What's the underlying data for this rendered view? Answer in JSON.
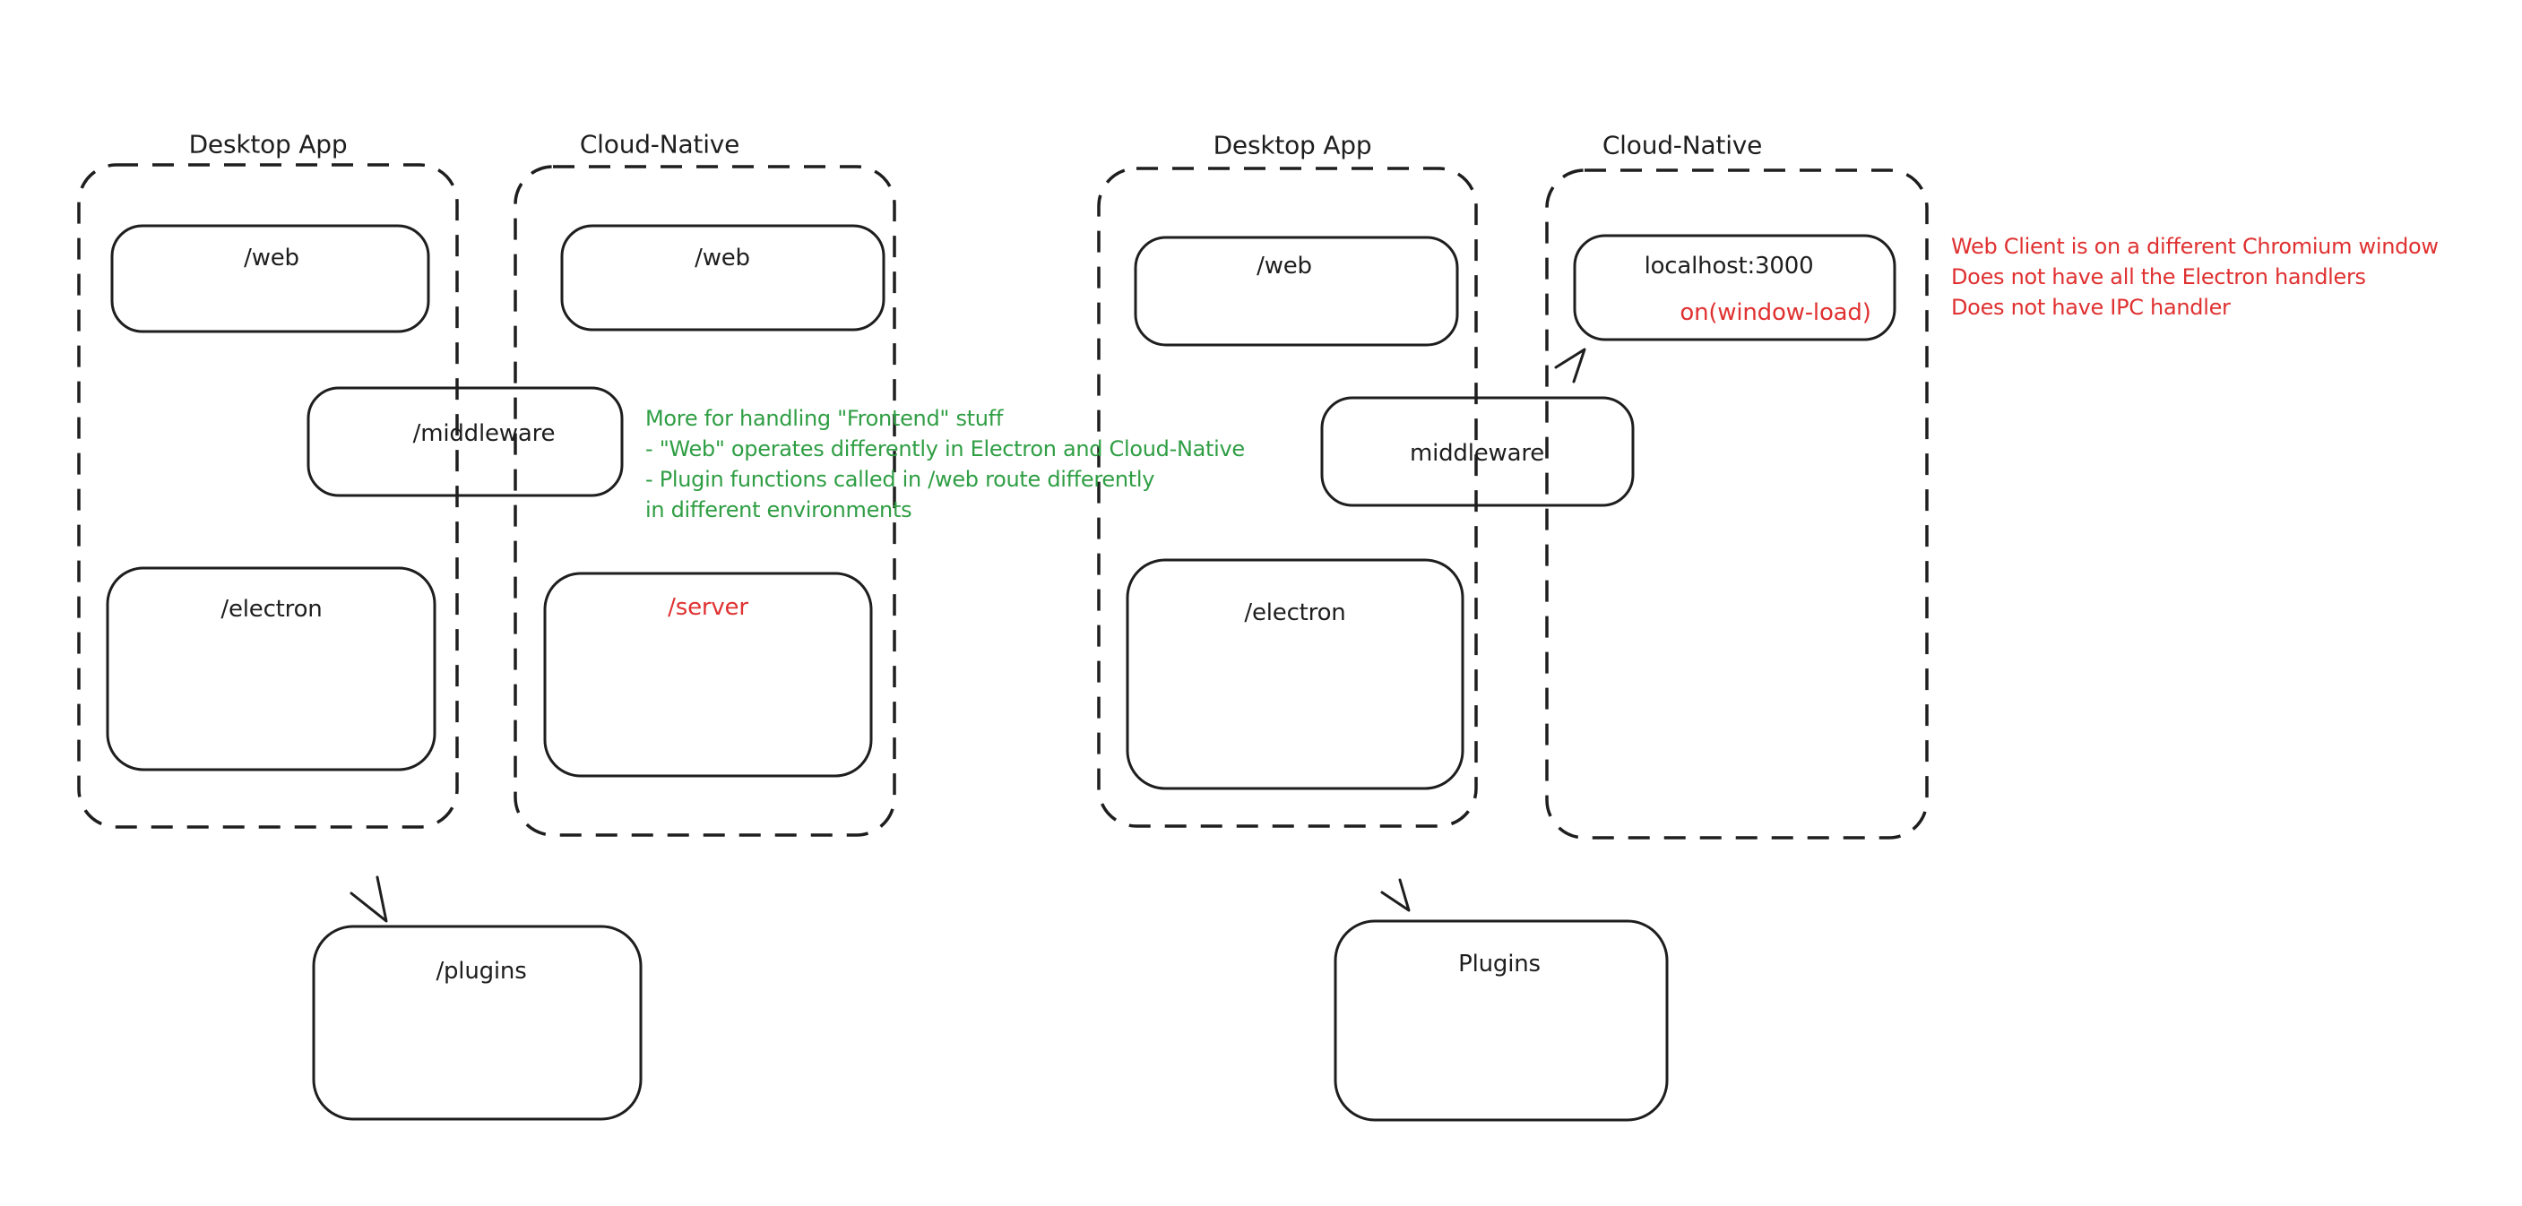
{
  "colors": {
    "ink": "#1e1e1e",
    "red": "#e03131",
    "green": "#2f9e44",
    "background": "#ffffff"
  },
  "left_diagram": {
    "desktop_app_title": "Desktop App",
    "cloud_native_title": "Cloud-Native",
    "desktop_web_box": "/web",
    "cloud_web_box": "/web",
    "middleware_box": "/middleware",
    "electron_box": "/electron",
    "server_box": "/server",
    "plugins_box": "/plugins"
  },
  "right_diagram": {
    "desktop_app_title": "Desktop App",
    "cloud_native_title": "Cloud-Native",
    "desktop_web_box": "/web",
    "localhost_box": "localhost:3000",
    "localhost_event": "on(window-load)",
    "middleware_box": "middleware",
    "electron_box": "/electron",
    "plugins_box": "Plugins"
  },
  "annotations": {
    "green_note": {
      "color": "#2f9e44",
      "lines": [
        "More for handling \"Frontend\" stuff",
        "- \"Web\" operates differently in Electron and Cloud-Native",
        "- Plugin functions called in /web route differently",
        "in different environments"
      ]
    },
    "red_note": {
      "color": "#e03131",
      "lines": [
        "Web Client is on a different Chromium window",
        "Does not have all the Electron handlers",
        "Does not have IPC handler"
      ]
    }
  }
}
